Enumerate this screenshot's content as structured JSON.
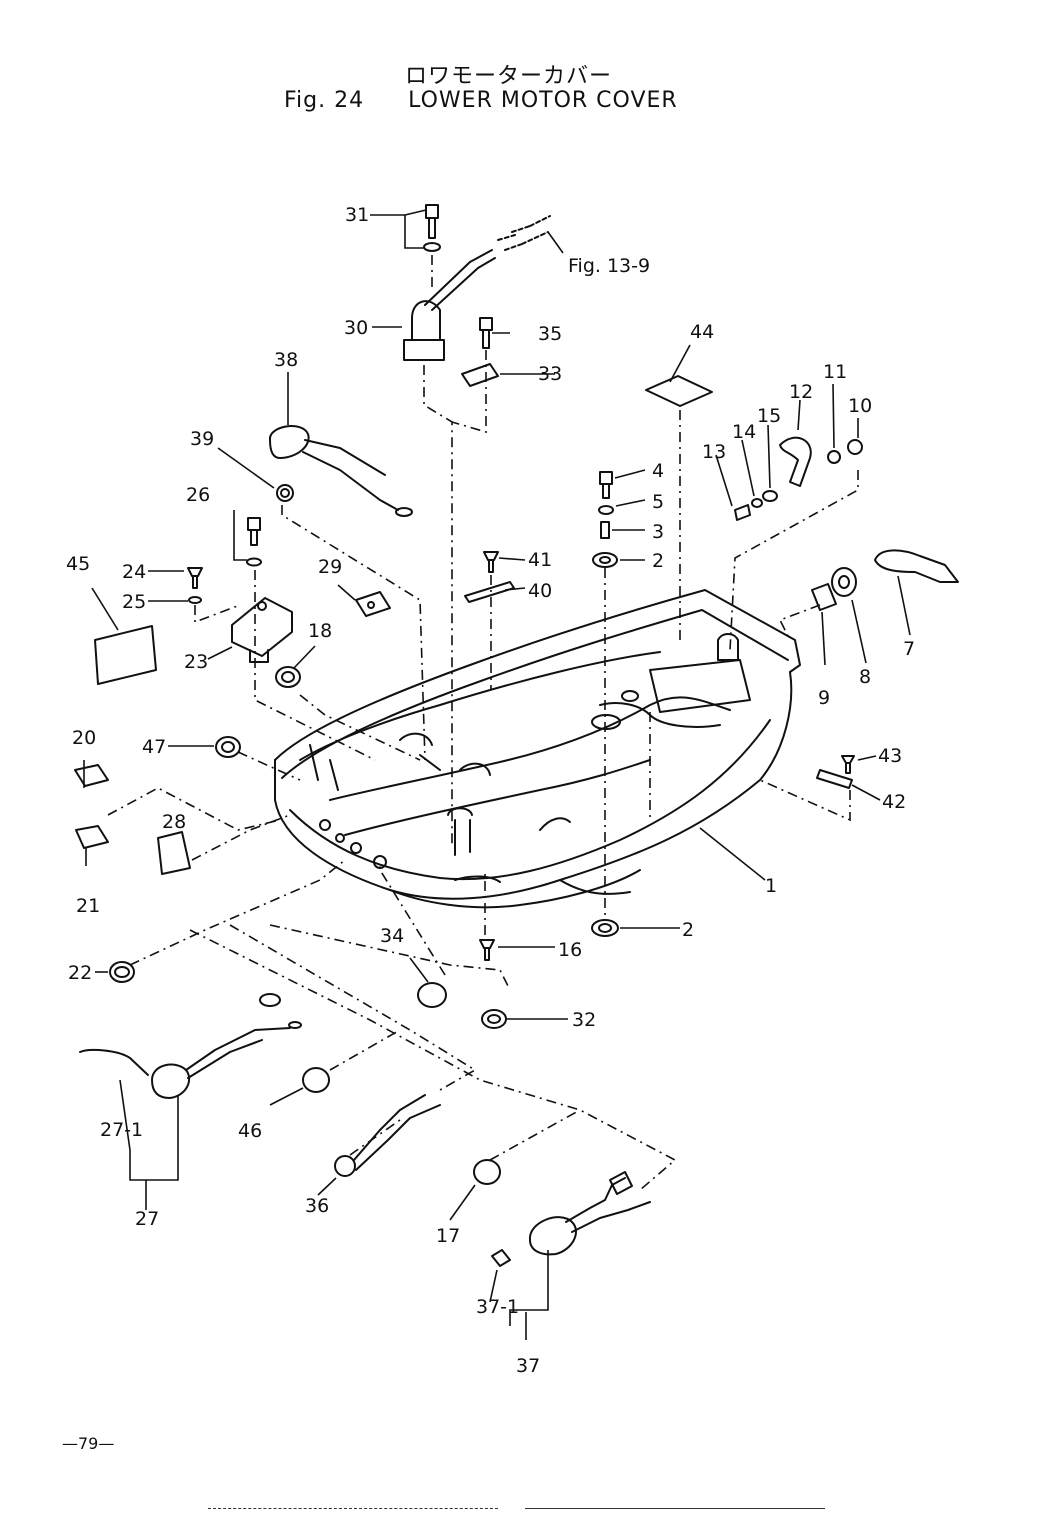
{
  "header": {
    "title_jp": "ロワモーターカバー",
    "fig_number": "Fig. 24",
    "title_en": "LOWER MOTOR COVER"
  },
  "reference": "Fig. 13-9",
  "part_labels": {
    "p1": "1",
    "p2a": "2",
    "p2b": "2",
    "p3": "3",
    "p4": "4",
    "p5": "5",
    "p7": "7",
    "p8": "8",
    "p9": "9",
    "p10": "10",
    "p11": "11",
    "p12": "12",
    "p13": "13",
    "p14": "14",
    "p15": "15",
    "p16": "16",
    "p17": "17",
    "p18": "18",
    "p20": "20",
    "p21": "21",
    "p22": "22",
    "p23": "23",
    "p24": "24",
    "p25": "25",
    "p26": "26",
    "p27": "27",
    "p27_1": "27-1",
    "p28": "28",
    "p29": "29",
    "p30": "30",
    "p31": "31",
    "p32": "32",
    "p33": "33",
    "p34": "34",
    "p35": "35",
    "p36": "36",
    "p37": "37",
    "p37_1": "37-1",
    "p38": "38",
    "p39": "39",
    "p40": "40",
    "p41": "41",
    "p42": "42",
    "p43": "43",
    "p44": "44",
    "p45": "45",
    "p46": "46",
    "p47": "47"
  },
  "footer": {
    "page_number": "—79—"
  }
}
